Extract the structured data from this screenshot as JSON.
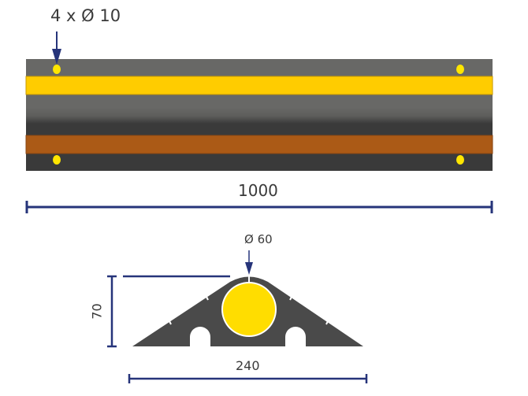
{
  "top_view": {
    "holes_label": "4 x Ø 10",
    "length_label": "1000"
  },
  "profile_view": {
    "diameter_label": "Ø 60",
    "height_label": "70",
    "width_label": "240"
  },
  "colors": {
    "dimension": "#26347a",
    "rubber_gray": "#686866",
    "rubber_dark": "#3a3a3a",
    "yellow": "#ffcc00",
    "orange": "#ab5a16",
    "hole": "#ffe600"
  }
}
